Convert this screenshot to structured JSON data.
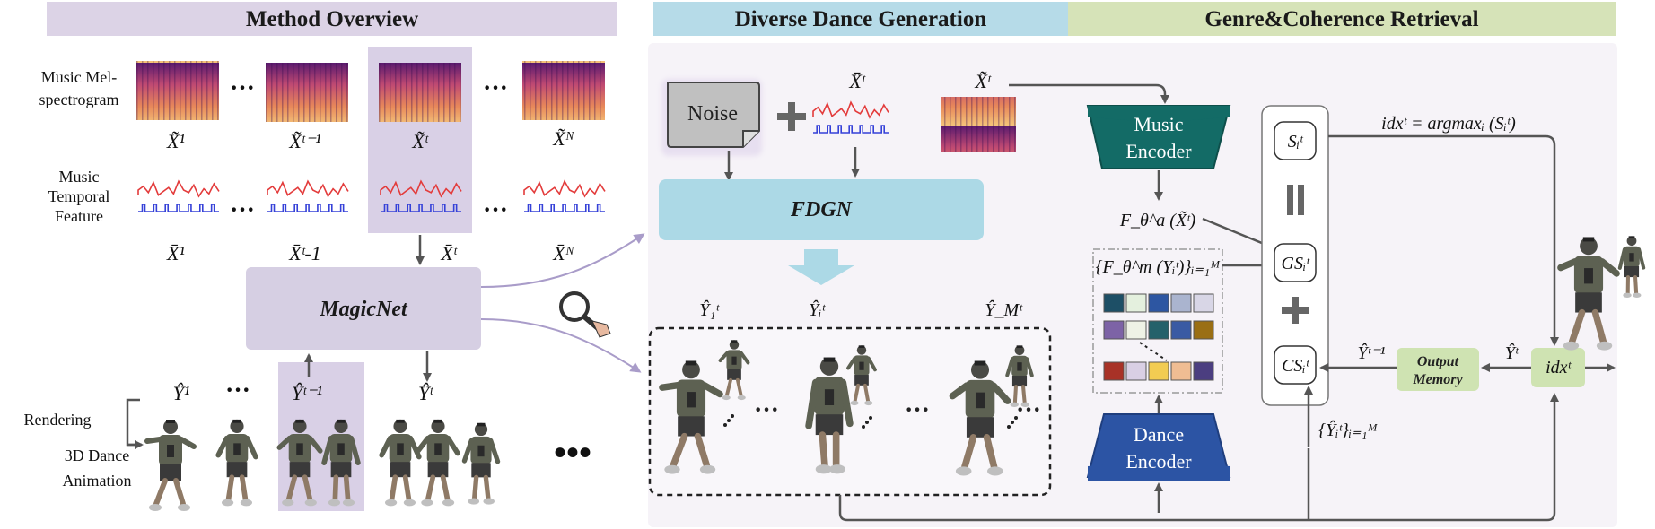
{
  "headers": {
    "method_overview": "Method Overview",
    "diverse_generation": "Diverse Dance Generation",
    "genre_retrieval": "Genre&Coherence Retrieval"
  },
  "left": {
    "mel_label_1": "Music Mel-",
    "mel_label_2": "spectrogram",
    "temporal_label_1": "Music",
    "temporal_label_2": "Temporal",
    "temporal_label_3": "Feature",
    "mel_indices": [
      "X̃¹",
      "X̃ᵗ⁻¹",
      "X̃ᵗ",
      "X̃ᴺ"
    ],
    "temporal_indices": [
      "X̄¹",
      "X̄ᵗ-1",
      "X̄ᵗ",
      "X̄ᴺ"
    ],
    "ellipsis": "···",
    "magicnet": "MagicNet",
    "xt_arrow_label": "X̄ᵗ",
    "rendering": "Rendering",
    "animation_1": "3D Dance",
    "animation_2": "Animation",
    "y_labels": [
      "Ŷ¹",
      "Ŷᵗ⁻¹",
      "Ŷᵗ"
    ],
    "trailing_dots": "•••"
  },
  "middle": {
    "noise": "Noise",
    "xbar_t": "X̄ᵗ",
    "xtilde_t": "X̃ᵗ",
    "fdgn": "FDGN",
    "y_hat_1": "Ŷ₁ᵗ",
    "y_hat_i": "Ŷᵢᵗ",
    "y_hat_m": "Ŷ_Mᵗ"
  },
  "right": {
    "music_encoder_1": "Music",
    "music_encoder_2": "Encoder",
    "dance_encoder_1": "Dance",
    "dance_encoder_2": "Encoder",
    "f_music": "F_θ^a (X̃ᵗ)",
    "f_motion": "{F_θ^m (Yᵢᵗ)}ᵢ₌₁ᴹ",
    "s_box": "Sᵢᵗ",
    "gs_box": "GSᵢᵗ",
    "cs_box": "CSᵢᵗ",
    "idx_formula": "idxᵗ = argmaxᵢ (Sᵢᵗ)",
    "output_memory_1": "Output",
    "output_memory_2": "Memory",
    "y_prev": "Ŷᵗ⁻¹",
    "y_hat": "Ŷᵗ",
    "idx": "idxᵗ",
    "y_set": "{Ŷᵢᵗ}ᵢ₌₁ᴹ"
  },
  "colors": {
    "method_header": "#dcd3e6",
    "diverse_header": "#b6dbe8",
    "genre_header": "#d6e3b8",
    "music_encoder": "#136b66",
    "dance_encoder": "#2c54a4",
    "fdgn_box": "#acd9e6",
    "magicnet_box": "#d6cfe3",
    "output_memory": "#cfe3b2",
    "spectrogram": "#b8456a",
    "curve_red": "#e33b3b",
    "pulse_blue": "#3541d8"
  },
  "swatch_rows": [
    [
      "#1d4f66",
      "#e4f0de",
      "#2d56a2",
      "#aab4cf",
      "#d8d6e6"
    ],
    [
      "#7d63a6",
      "#eef2e6",
      "#24616a",
      "#3a5aa3",
      "#9a6f14"
    ],
    [
      "#a83227",
      "#d9cfe4",
      "#f2cc52",
      "#f0bd93",
      "#4b3e80"
    ]
  ]
}
